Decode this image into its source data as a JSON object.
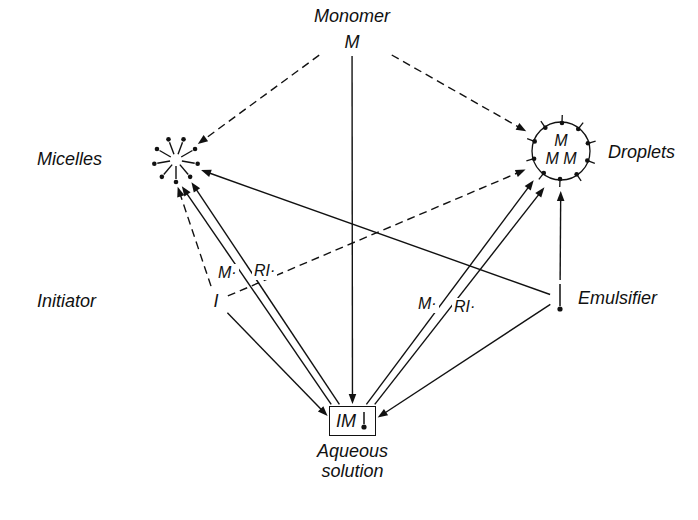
{
  "diagram": {
    "nodes": [
      {
        "text": [
          "Monomer",
          "M"
        ]
      },
      {
        "text": [
          "Micelles"
        ]
      },
      {
        "text": [
          "Droplets",
          "M",
          "M M"
        ]
      },
      {
        "text": [
          "Initiator",
          "I"
        ]
      },
      {
        "text": [
          "Emulsifier"
        ]
      },
      {
        "text": [
          "IM",
          "Aqueous solution"
        ]
      }
    ],
    "edges": [
      {
        "from": 0,
        "to": 1,
        "arrow": "to"
      },
      {
        "from": 0,
        "to": 2,
        "arrow": "to"
      },
      {
        "from": 0,
        "to": 5,
        "arrow": "to"
      },
      {
        "from": 3,
        "to": 1,
        "arrow": "to"
      },
      {
        "from": 3,
        "to": 2,
        "arrow": "to"
      },
      {
        "from": 3,
        "to": 5,
        "arrow": "to"
      },
      {
        "from": 4,
        "to": 1,
        "arrow": "to"
      },
      {
        "from": 4,
        "to": 2,
        "arrow": "to"
      },
      {
        "from": 4,
        "to": 5,
        "arrow": "to"
      },
      {
        "from": 5,
        "to": 1,
        "label": "M·",
        "arrow": "to"
      },
      {
        "from": 5,
        "to": 1,
        "label": "RI·",
        "arrow": "to"
      },
      {
        "from": 5,
        "to": 2,
        "label": "M·",
        "arrow": "to"
      },
      {
        "from": 5,
        "to": 2,
        "label": "RI·",
        "arrow": "to"
      }
    ]
  }
}
